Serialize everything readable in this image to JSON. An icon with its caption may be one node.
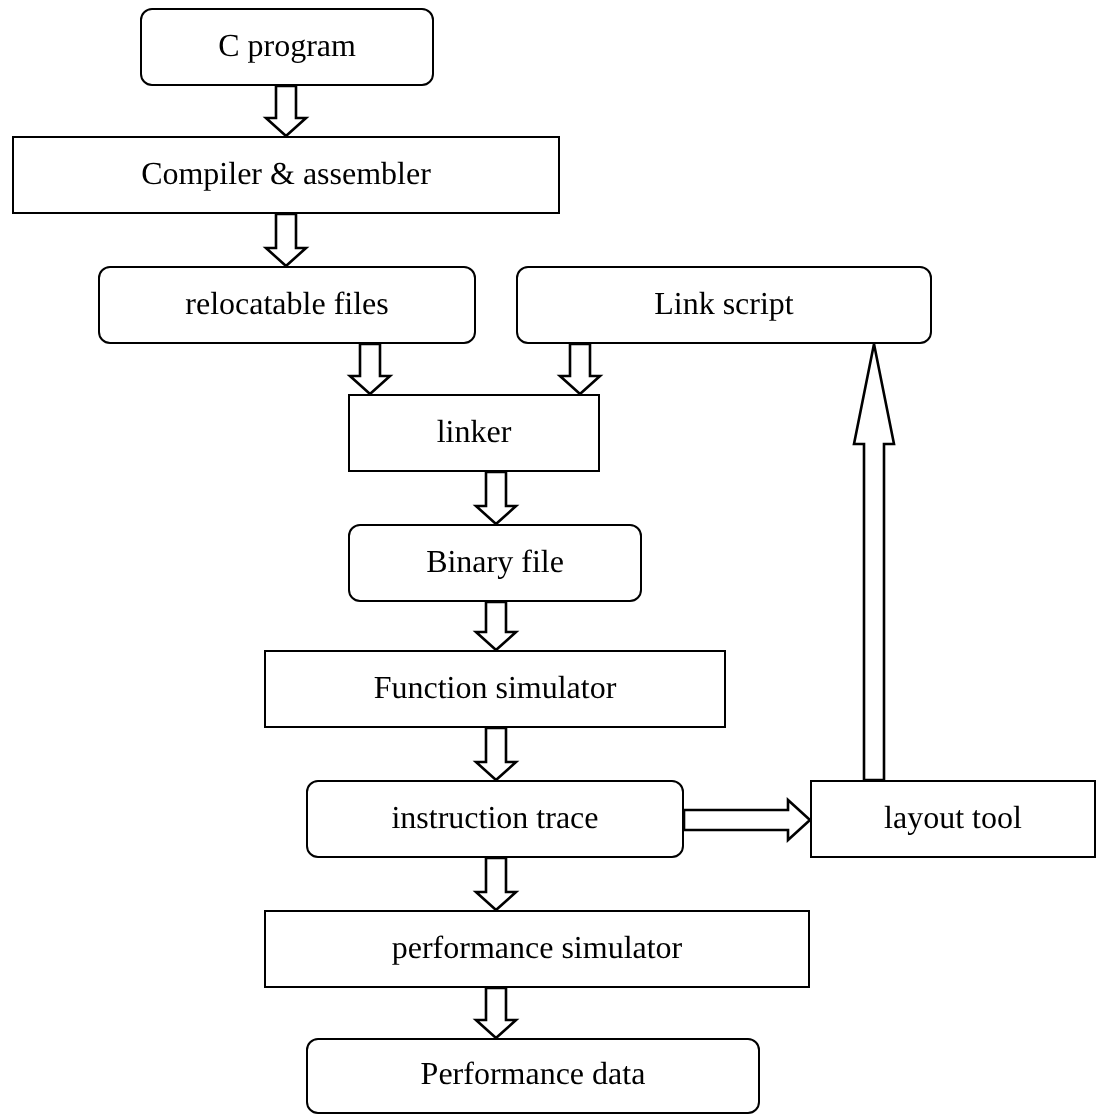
{
  "diagram": {
    "nodes": [
      {
        "text": [
          "C program"
        ]
      },
      {
        "text": [
          "Compiler & assembler"
        ]
      },
      {
        "text": [
          "relocatable files"
        ]
      },
      {
        "text": [
          "Link script"
        ]
      },
      {
        "text": [
          "linker"
        ]
      },
      {
        "text": [
          "Binary file"
        ]
      },
      {
        "text": [
          "Function simulator"
        ]
      },
      {
        "text": [
          "instruction trace"
        ]
      },
      {
        "text": [
          "layout tool"
        ]
      },
      {
        "text": [
          "performance simulator"
        ]
      },
      {
        "text": [
          "Performance data"
        ]
      }
    ],
    "edges": [
      {
        "from": 0,
        "to": 1,
        "arrow": "to"
      },
      {
        "from": 1,
        "to": 2,
        "arrow": "to"
      },
      {
        "from": 2,
        "to": 4,
        "arrow": "to"
      },
      {
        "from": 3,
        "to": 4,
        "arrow": "to"
      },
      {
        "from": 4,
        "to": 5,
        "arrow": "to"
      },
      {
        "from": 5,
        "to": 6,
        "arrow": "to"
      },
      {
        "from": 6,
        "to": 7,
        "arrow": "to"
      },
      {
        "from": 7,
        "to": 8,
        "arrow": "to"
      },
      {
        "from": 8,
        "to": 3,
        "arrow": "to"
      },
      {
        "from": 7,
        "to": 9,
        "arrow": "to"
      },
      {
        "from": 9,
        "to": 10,
        "arrow": "to"
      }
    ]
  }
}
